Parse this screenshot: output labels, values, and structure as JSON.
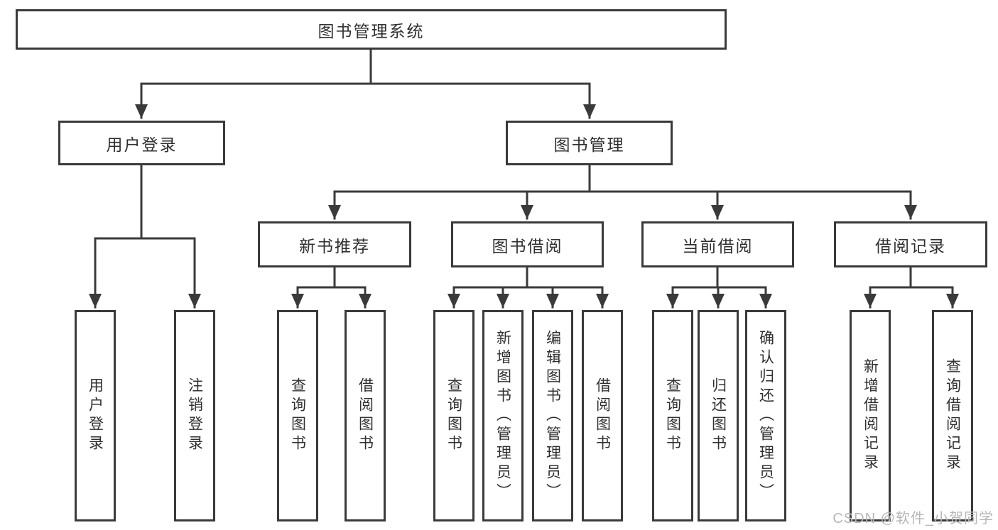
{
  "diagram": {
    "root": {
      "label": "图书管理系统"
    },
    "branches": [
      {
        "label": "用户登录",
        "children": [
          {
            "label": "用户登录"
          },
          {
            "label": "注销登录"
          }
        ]
      },
      {
        "label": "图书管理",
        "children": [
          {
            "label": "新书推荐",
            "children": [
              {
                "label": "查询图书"
              },
              {
                "label": "借阅图书"
              }
            ]
          },
          {
            "label": "图书借阅",
            "children": [
              {
                "label": "查询图书"
              },
              {
                "label": "新增图书（管理员）"
              },
              {
                "label": "编辑图书（管理员）"
              },
              {
                "label": "借阅图书"
              }
            ]
          },
          {
            "label": "当前借阅",
            "children": [
              {
                "label": "查询图书"
              },
              {
                "label": "归还图书"
              },
              {
                "label": "确认归还（管理员）"
              }
            ]
          },
          {
            "label": "借阅记录",
            "children": [
              {
                "label": "新增借阅记录"
              },
              {
                "label": "查询借阅记录"
              }
            ]
          }
        ]
      }
    ],
    "colors": {
      "line": "#3a3a3a",
      "text": "#303030",
      "watermark": "#b7b7b7",
      "background": "#ffffff"
    },
    "watermark": "CSDN @软件_小贺同学"
  }
}
